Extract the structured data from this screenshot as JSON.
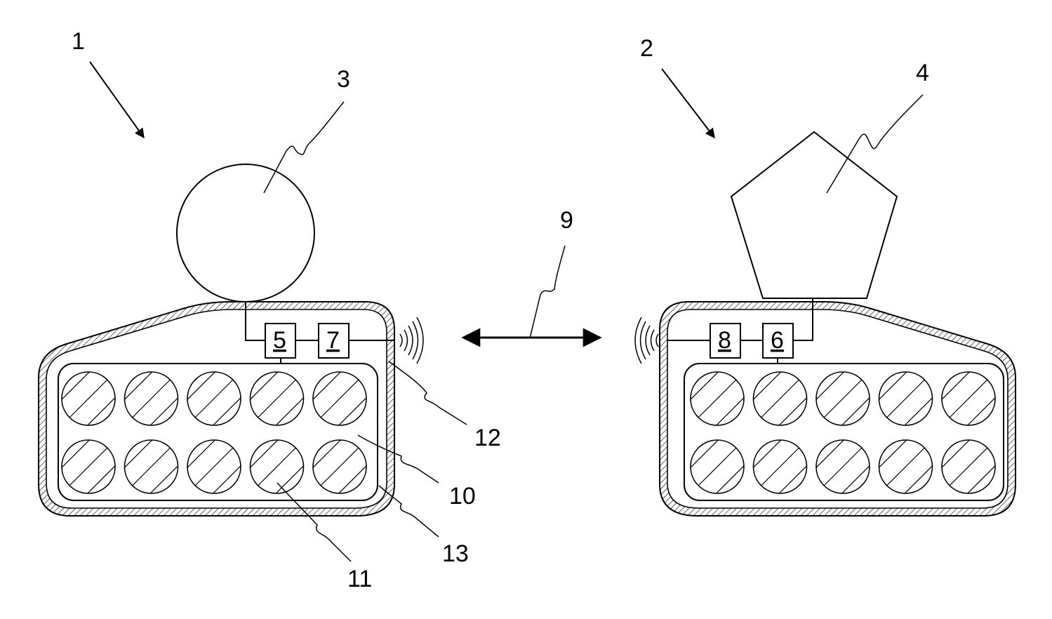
{
  "figure": {
    "devices": [
      {
        "ref": "1",
        "sensor_ref": "3",
        "sensor_shape": "circle",
        "unit_a": "5",
        "unit_b": "7"
      },
      {
        "ref": "2",
        "sensor_ref": "4",
        "sensor_shape": "pentagon",
        "unit_a": "8",
        "unit_b": "6"
      }
    ],
    "link_ref": "9",
    "battery_array_ref": "10",
    "cell_ref": "11",
    "housing_ref": "12",
    "housing_wall_ref": "13",
    "cells_per_row": 5,
    "rows": 2
  }
}
